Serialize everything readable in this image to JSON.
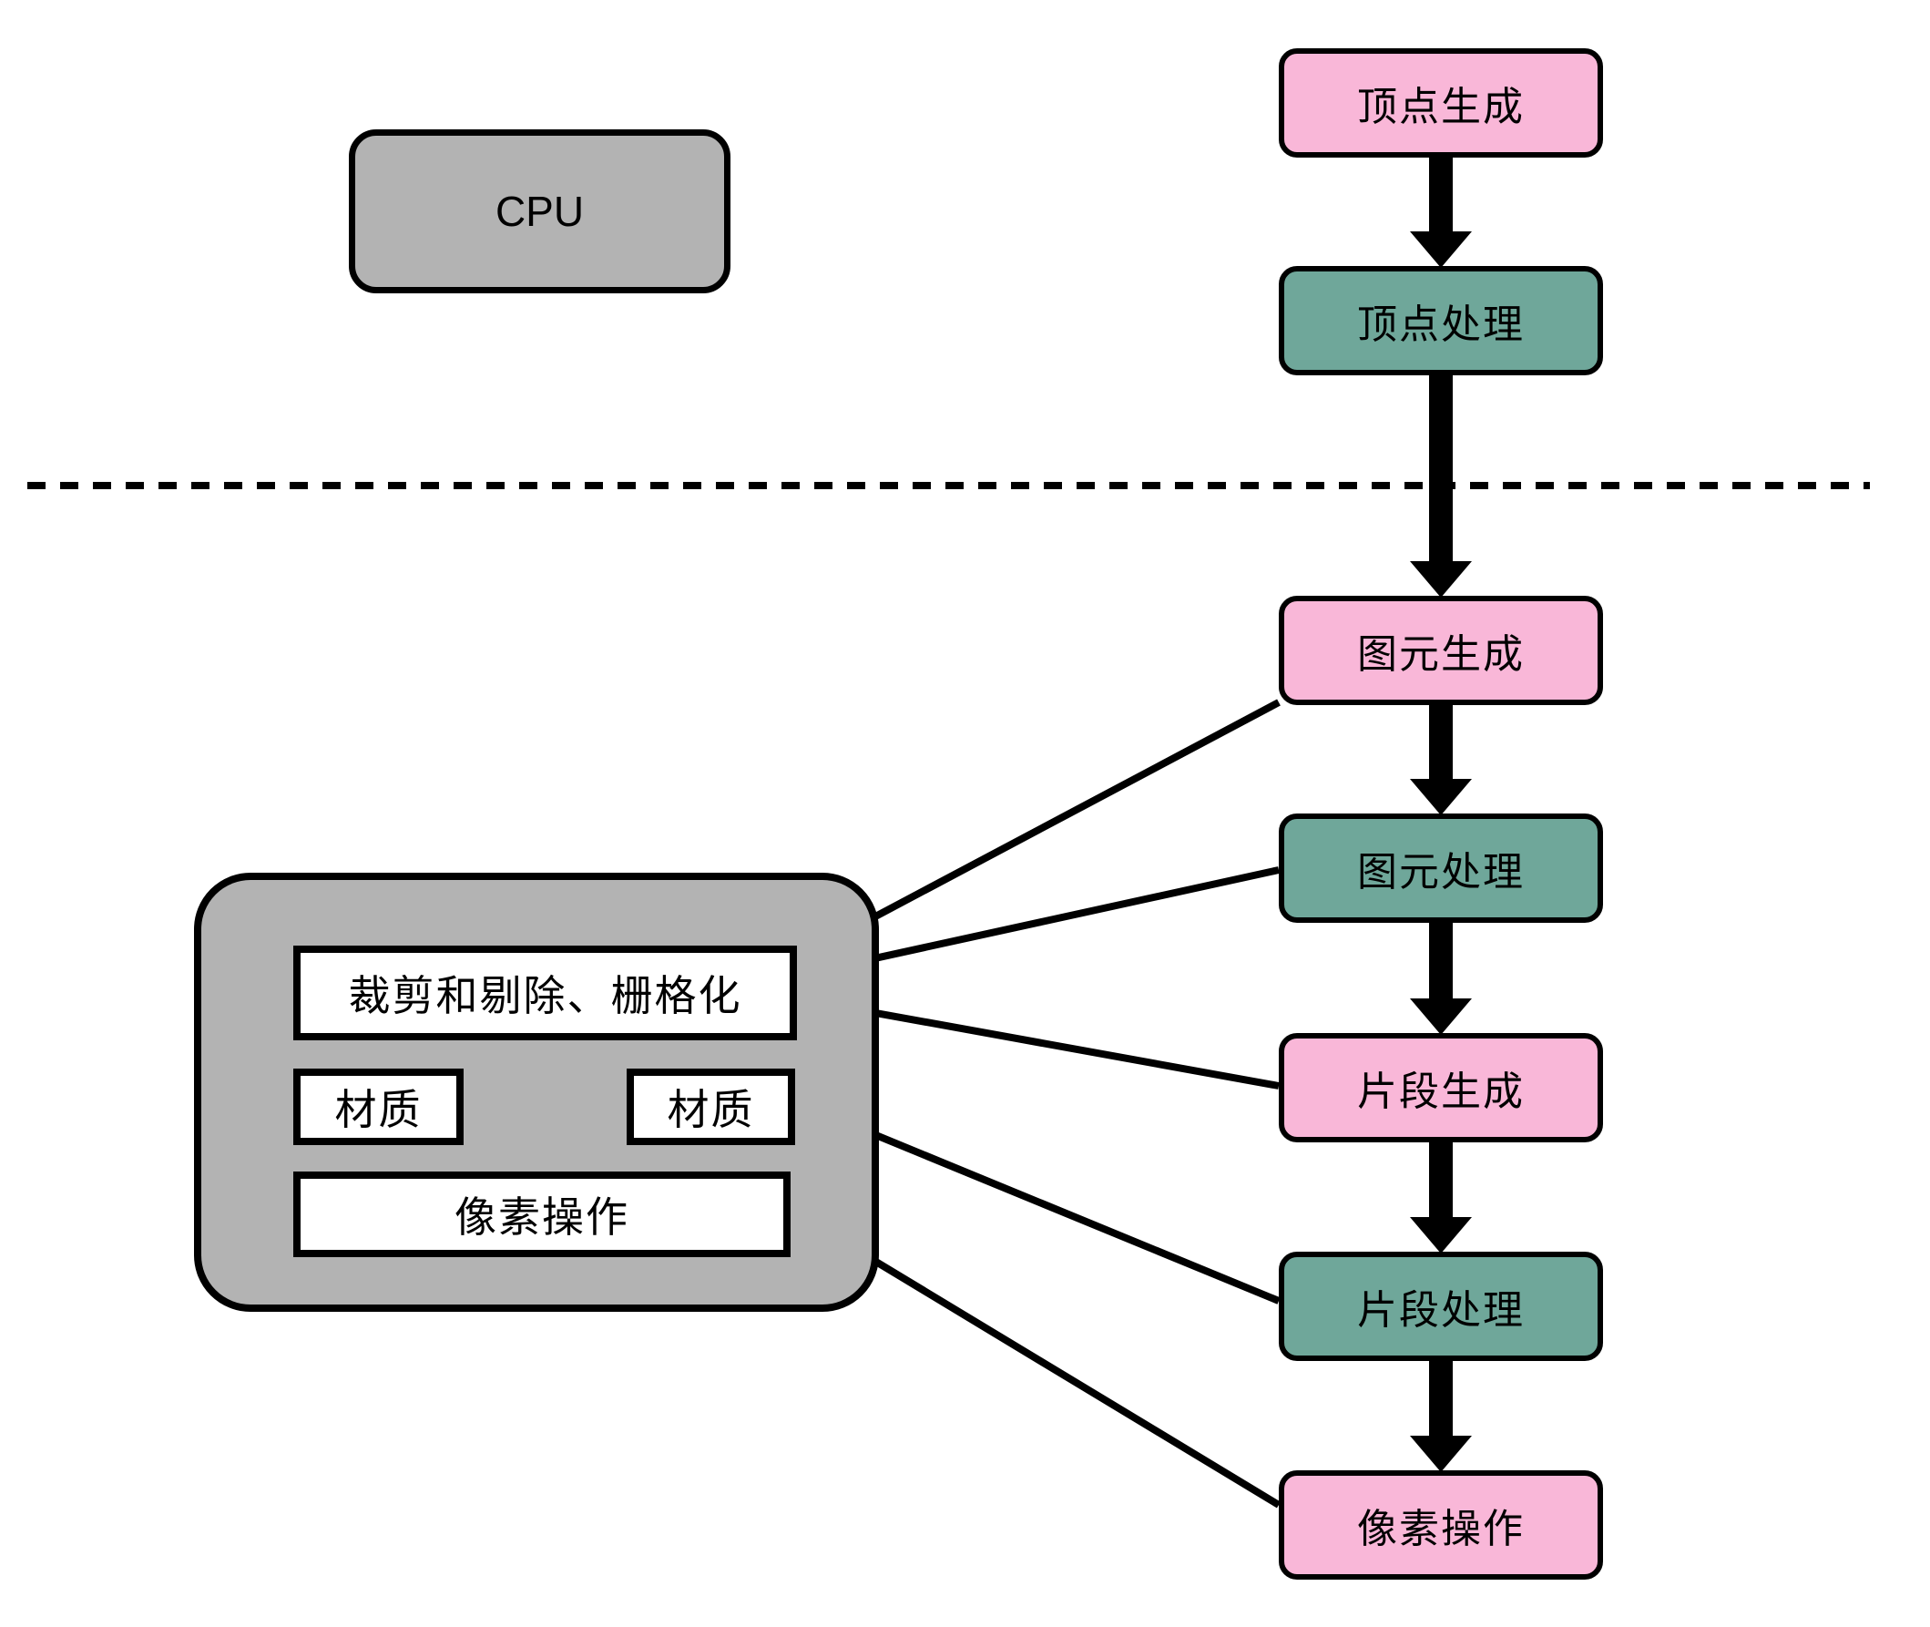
{
  "cpu": {
    "label": "CPU"
  },
  "pipeline": [
    {
      "id": "vertex-generation",
      "label": "顶点生成",
      "type": "pink"
    },
    {
      "id": "vertex-processing",
      "label": "顶点处理",
      "type": "teal"
    },
    {
      "id": "primitive-generation",
      "label": "图元生成",
      "type": "pink"
    },
    {
      "id": "primitive-processing",
      "label": "图元处理",
      "type": "teal"
    },
    {
      "id": "fragment-generation",
      "label": "片段生成",
      "type": "pink"
    },
    {
      "id": "fragment-processing",
      "label": "片段处理",
      "type": "teal"
    },
    {
      "id": "pixel-operations",
      "label": "像素操作",
      "type": "pink"
    }
  ],
  "gpu_block": {
    "clip_label": "裁剪和剔除、栅格化",
    "texture_left_label": "材质",
    "texture_right_label": "材质",
    "pixel_ops_label": "像素操作"
  },
  "colors": {
    "node_pink": "#f9b7d8",
    "node_teal": "#6fa79a",
    "container_gray": "#b3b3b3",
    "box_white": "#ffffff",
    "outline_black": "#000000"
  }
}
